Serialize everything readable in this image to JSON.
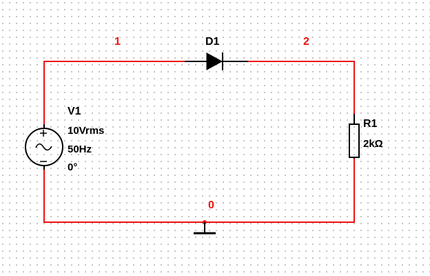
{
  "nets": {
    "n1": "1",
    "n2": "2",
    "n0": "0"
  },
  "diode": {
    "ref": "D1"
  },
  "source": {
    "ref": "V1",
    "amplitude": "10Vrms",
    "frequency": "50Hz",
    "phase": "0°"
  },
  "resistor": {
    "ref": "R1",
    "value": "2kΩ"
  },
  "colors": {
    "wire": "#ee1111",
    "component": "#000000",
    "grid_dot": "#b9b9b9"
  }
}
